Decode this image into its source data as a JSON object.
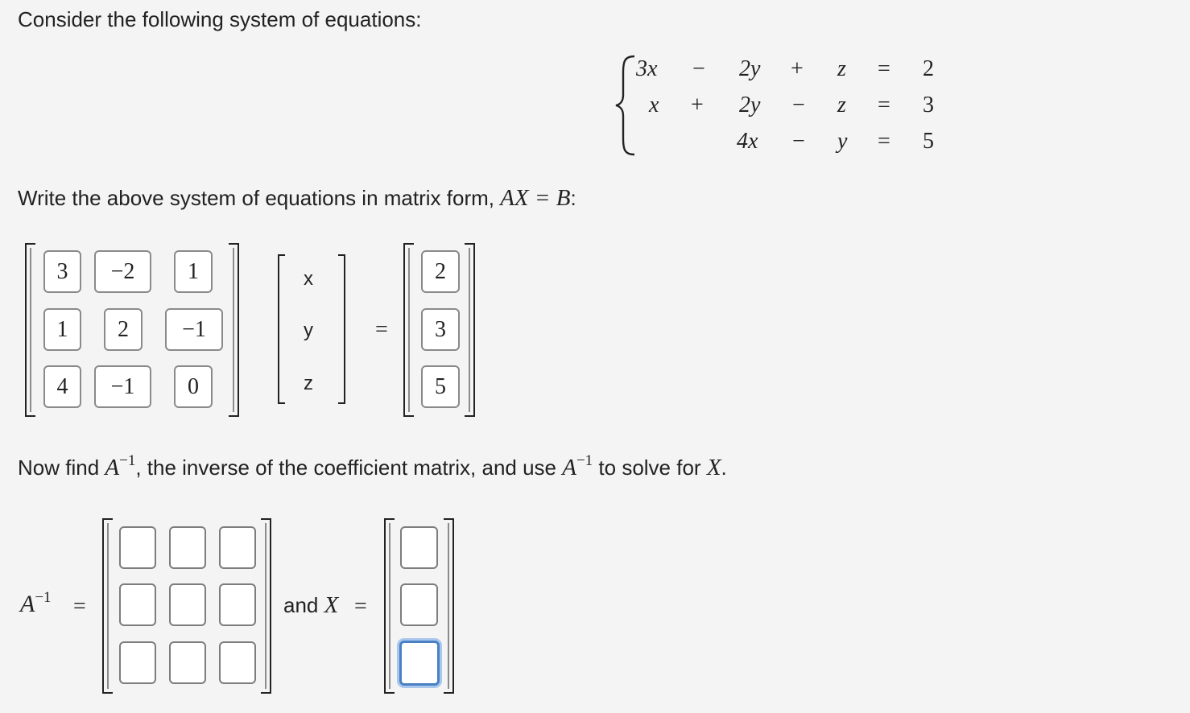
{
  "intro": "Consider the following system of equations:",
  "system": {
    "rows": [
      [
        "3x",
        "−",
        "2y",
        "+",
        "z",
        "=",
        "2"
      ],
      [
        "x",
        "+",
        "2y",
        "−",
        "z",
        "=",
        "3"
      ],
      [
        "",
        "",
        "4x",
        "−",
        "y",
        "=",
        "5"
      ]
    ]
  },
  "matrix_prompt": {
    "text": "Write the above system of equations in matrix form, ",
    "math": "AX = B",
    "suffix": ":"
  },
  "matrix_A": [
    [
      "3",
      "−2",
      "1"
    ],
    [
      "1",
      "2",
      "−1"
    ],
    [
      "4",
      "−1",
      "0"
    ]
  ],
  "vector_X": [
    "x",
    "y",
    "z"
  ],
  "equals_sign": "=",
  "vector_B": [
    "2",
    "3",
    "5"
  ],
  "inverse_prompt": {
    "part1": "Now find ",
    "a": "A",
    "sup": "−1",
    "part2": ", the inverse of the coefficient matrix, and use ",
    "part3": " to solve for ",
    "x": "X",
    "end": "."
  },
  "answer": {
    "ainv_label_a": "A",
    "ainv_label_sup": "−1",
    "eq": "=",
    "and_text": "and ",
    "x_label": "X",
    "inverse_cells": [
      [
        "",
        "",
        ""
      ],
      [
        "",
        "",
        ""
      ],
      [
        "",
        "",
        ""
      ]
    ],
    "x_cells": [
      "",
      "",
      ""
    ]
  }
}
